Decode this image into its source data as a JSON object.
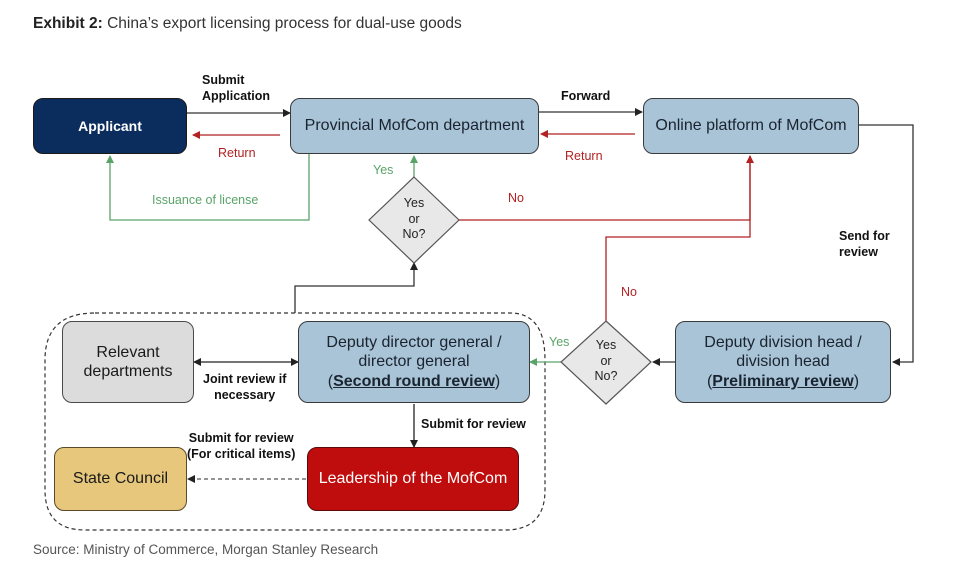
{
  "title": {
    "prefix": "Exhibit 2:",
    "text": "China’s export licensing process for dual-use goods"
  },
  "source": "Source: Ministry of Commerce, Morgan Stanley Research",
  "colors": {
    "navy": "#0b2d5e",
    "box_blue": "#a9c4d6",
    "box_grey": "#dcdcdc",
    "box_gold": "#e6c77c",
    "box_red": "#bf0d0d",
    "line_red": "#b22222",
    "line_green": "#5aa46a"
  },
  "nodes": {
    "applicant": "Applicant",
    "provincial": "Provincial MofCom department",
    "online": "Online platform of MofCom",
    "division": {
      "line1": "Deputy division head /",
      "line2": "division head",
      "open": "(",
      "underlined": "Preliminary review",
      "close": ")"
    },
    "director": {
      "line1": "Deputy director general /",
      "line2": "director general",
      "open": "(",
      "underlined": "Second round review",
      "close": ")"
    },
    "relevant": {
      "line1": "Relevant",
      "line2": "departments"
    },
    "leadership": "Leadership of the MofCom",
    "state_council": "State Council"
  },
  "decisions": {
    "upper": {
      "line1": "Yes",
      "line2": "or",
      "line3": "No?"
    },
    "lower": {
      "line1": "Yes",
      "line2": "or",
      "line3": "No?"
    }
  },
  "edge_labels": {
    "submit_application": {
      "line1": "Submit",
      "line2": "Application"
    },
    "return_left": "Return",
    "issuance": "Issuance of license",
    "forward": "Forward",
    "return_right": "Return",
    "yes_upper": "Yes",
    "no_upper": "No",
    "send_for_review": {
      "line1": "Send for",
      "line2": "review"
    },
    "no_lower": "No",
    "yes_lower": "Yes",
    "joint_review": {
      "line1": "Joint review if",
      "line2": "necessary"
    },
    "submit_for_review": "Submit for review",
    "submit_critical": {
      "line1": "Submit for review",
      "line2": "(For critical items)"
    }
  }
}
